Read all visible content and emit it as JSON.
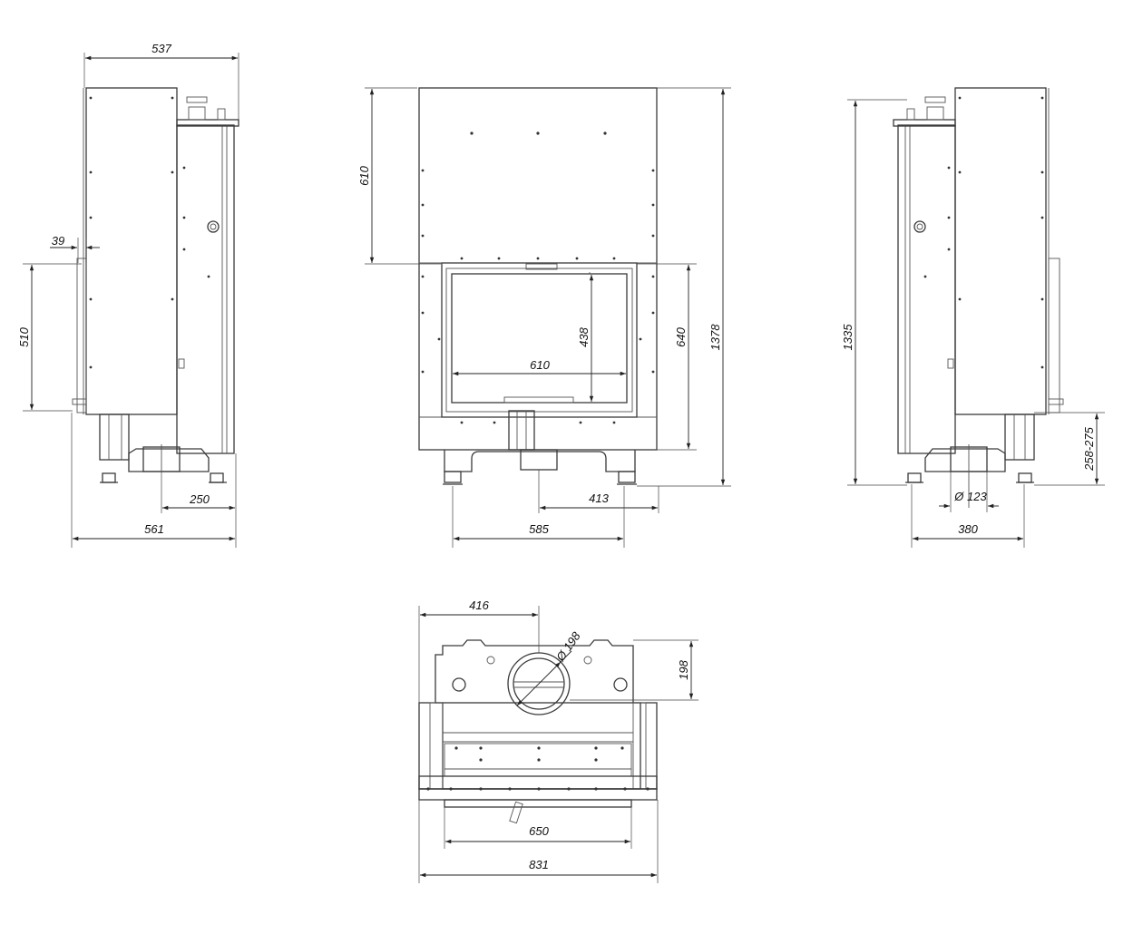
{
  "dimensions": {
    "left_width": "537",
    "left_offset": "39",
    "left_height": "510",
    "left_bottom": "250",
    "left_depth": "561",
    "front_top": "610",
    "front_glass_height": "438",
    "front_glass_width": "610",
    "front_opening_height": "640",
    "front_total_height": "1378",
    "front_outlet_offset": "413",
    "front_feet_span": "585",
    "right_total_height": "1335",
    "right_duct_diameter": "Ø 123",
    "right_feet_span": "380",
    "right_duct_height": "258-275",
    "top_offset": "416",
    "top_flue_diameter": "Ø 198",
    "top_flue_depth": "198",
    "top_inner_width": "650",
    "top_total_width": "831"
  },
  "colors": {
    "line": "#3a3a3a",
    "text": "#111111",
    "background": "#ffffff"
  }
}
